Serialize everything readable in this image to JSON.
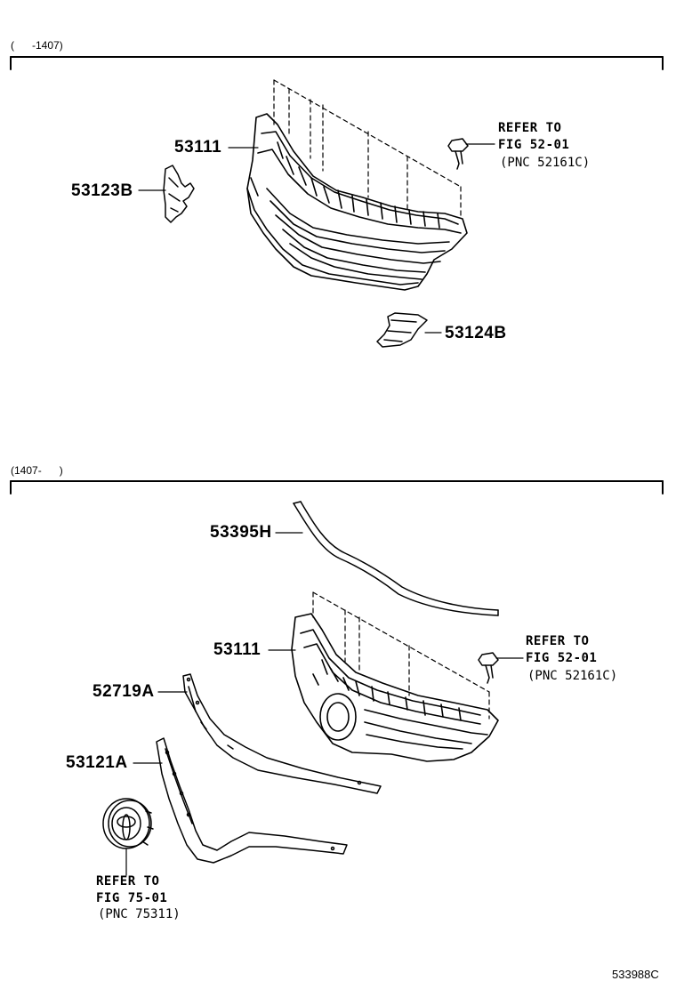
{
  "section1": {
    "header": "(      -1407)",
    "parts": {
      "p53111": "53111",
      "p53123B": "53123B",
      "p53124B": "53124B"
    },
    "refer_clip": {
      "line1": "REFER TO",
      "line2": "FIG 52-01",
      "line3": "(PNC 52161C)"
    }
  },
  "section2": {
    "header": "(1407-      )",
    "parts": {
      "p53395H": "53395H",
      "p53111": "53111",
      "p52719A": "52719A",
      "p53121A": "53121A"
    },
    "refer_clip": {
      "line1": "REFER TO",
      "line2": "FIG 52-01",
      "line3": "(PNC 52161C)"
    },
    "refer_emblem": {
      "line1": "REFER TO",
      "line2": "FIG 75-01",
      "line3": "(PNC 75311)"
    }
  },
  "figure_id": "533988C"
}
